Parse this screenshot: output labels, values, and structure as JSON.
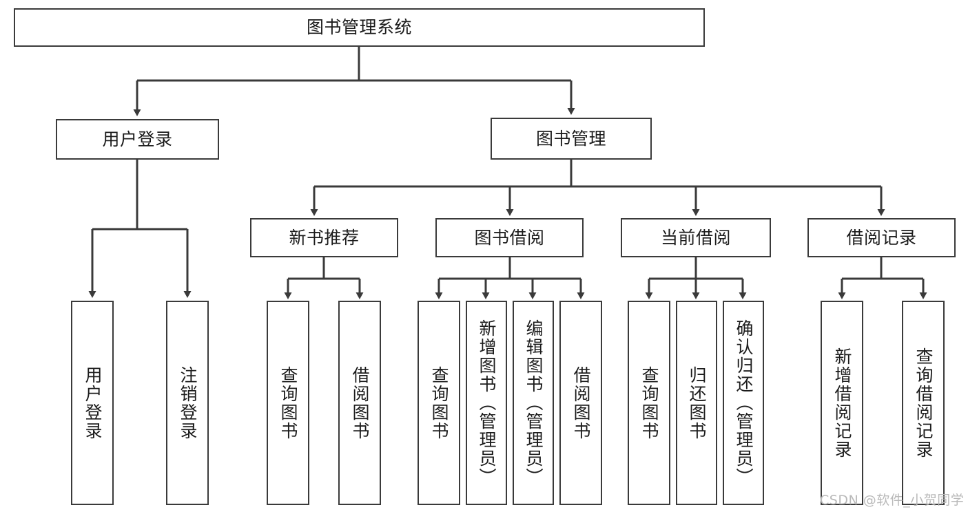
{
  "diagram": {
    "title": "图书管理系统",
    "type": "tree-hierarchy-diagram",
    "root": {
      "label": "图书管理系统"
    },
    "level1": [
      {
        "label": "用户登录"
      },
      {
        "label": "图书管理"
      }
    ],
    "level2": [
      {
        "label": "新书推荐"
      },
      {
        "label": "图书借阅"
      },
      {
        "label": "当前借阅"
      },
      {
        "label": "借阅记录"
      }
    ],
    "leaves_user_login": [
      {
        "label": "用户登录"
      },
      {
        "label": "注销登录"
      }
    ],
    "leaves_new_book": [
      {
        "label": "查询图书"
      },
      {
        "label": "借阅图书"
      }
    ],
    "leaves_borrow": [
      {
        "label": "查询图书"
      },
      {
        "label": "新增图书（管理员）"
      },
      {
        "label": "编辑图书（管理员）"
      },
      {
        "label": "借阅图书"
      }
    ],
    "leaves_current": [
      {
        "label": "查询图书"
      },
      {
        "label": "归还图书"
      },
      {
        "label": "确认归还（管理员）"
      }
    ],
    "leaves_records": [
      {
        "label": "新增借阅记录"
      },
      {
        "label": "查询借阅记录"
      }
    ]
  },
  "watermark": {
    "text": "CSDN @软件_小贺同学"
  },
  "colors": {
    "stroke": "#3a3a3a",
    "background": "#ffffff",
    "text": "#1c1c1c",
    "watermark": "#b9b9b9"
  }
}
